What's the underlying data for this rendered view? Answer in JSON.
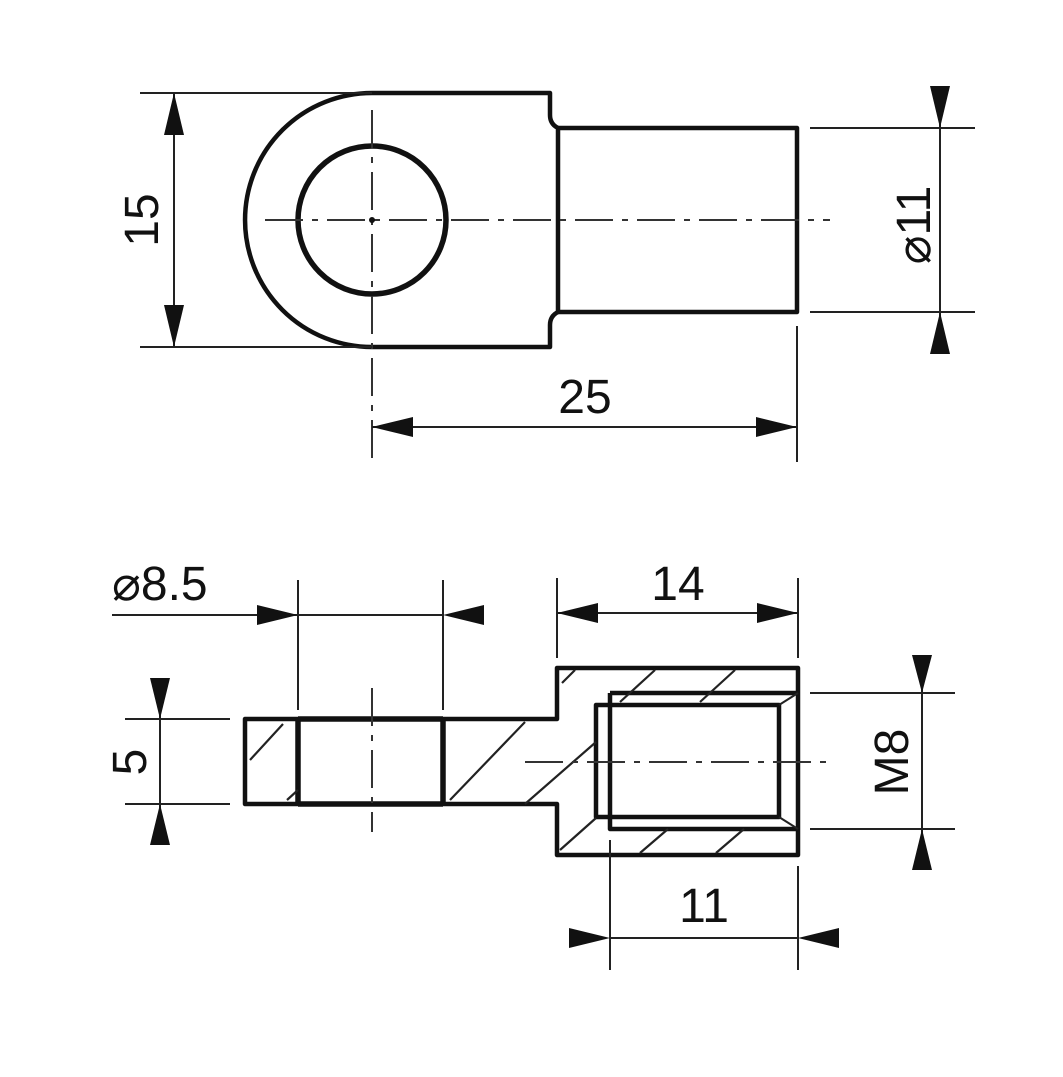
{
  "drawing": {
    "title": "Eye end fitting technical drawing",
    "colors": {
      "line": "#111111",
      "background": "#ffffff"
    },
    "top_view": {
      "dimensions": {
        "height": "15",
        "length": "25",
        "shank_diameter": "⌀11"
      }
    },
    "side_view": {
      "dimensions": {
        "hole_diameter": "⌀8.5",
        "thickness": "5",
        "shank_length": "14",
        "thread": "M8",
        "thread_depth": "11"
      }
    }
  }
}
